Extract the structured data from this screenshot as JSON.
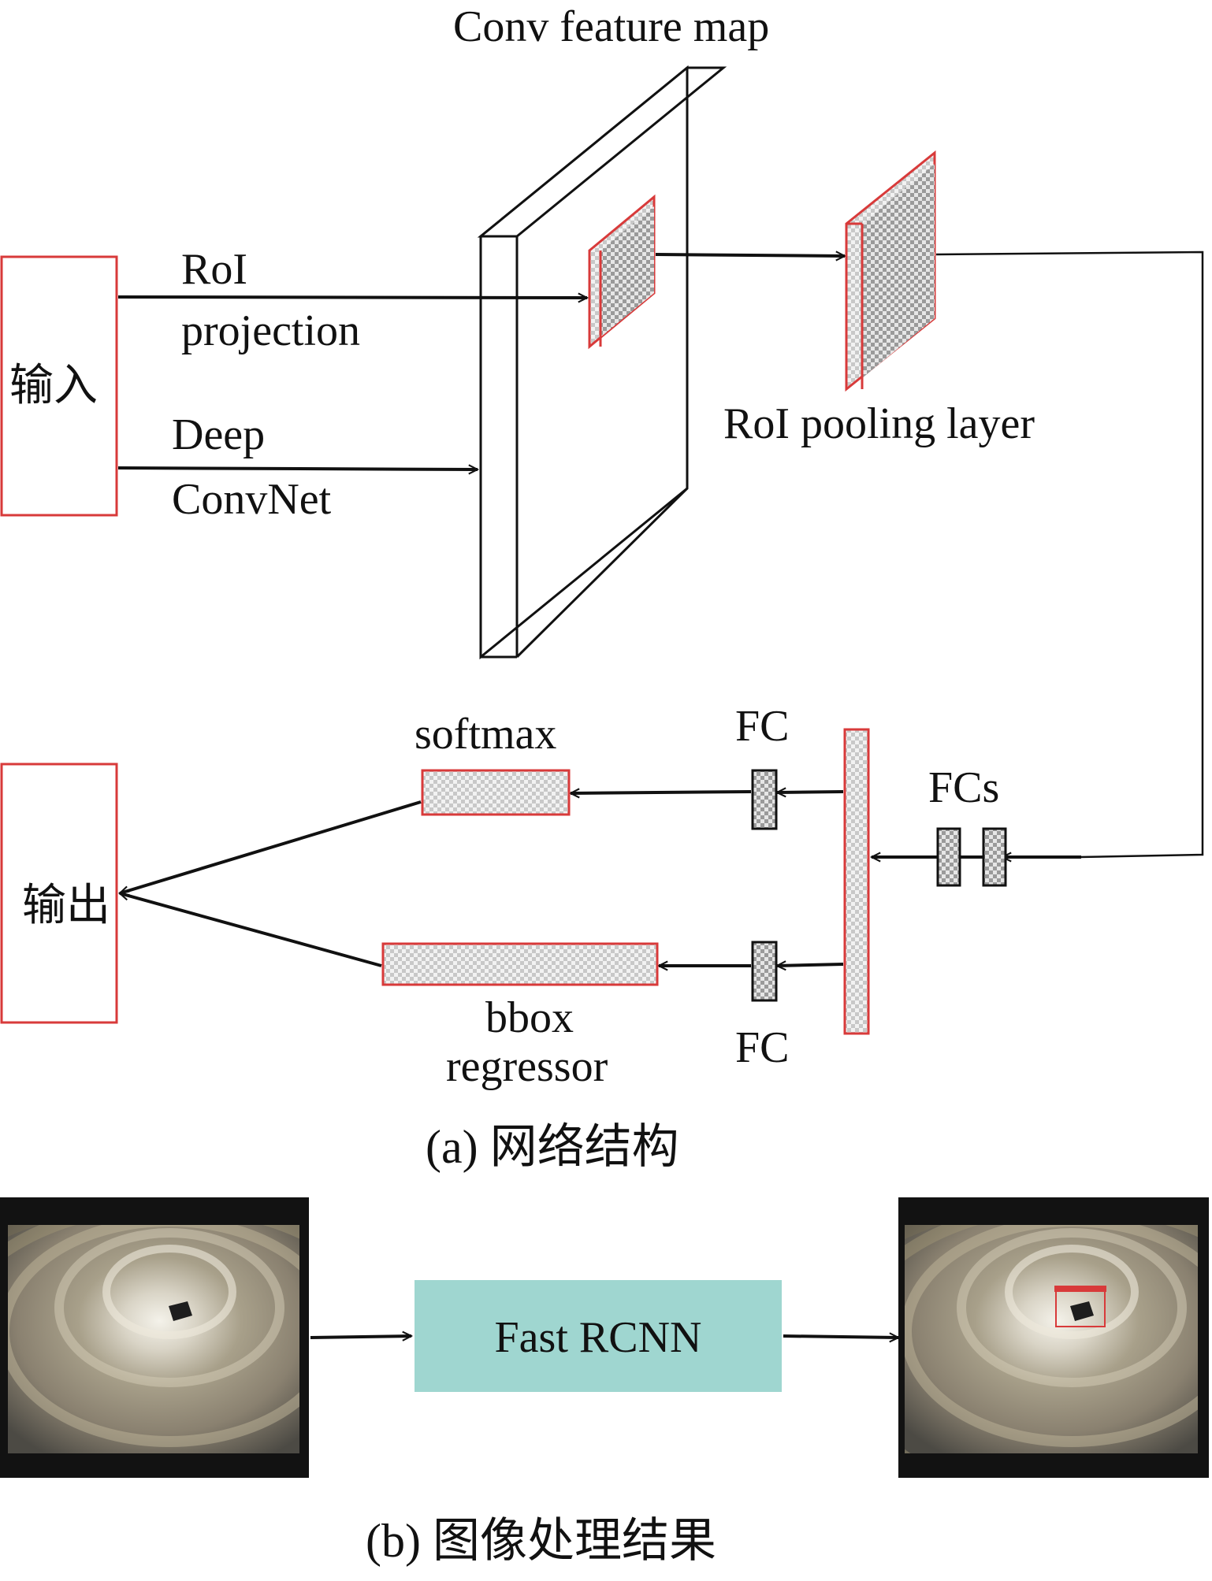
{
  "diagram": {
    "input_label": "输入",
    "output_label": "输出",
    "conv_feature_map": "Conv feature map",
    "roi_projection": [
      "RoI",
      "projection"
    ],
    "deep_convnet": [
      "Deep",
      "ConvNet"
    ],
    "roi_pooling_layer": "RoI pooling layer",
    "fcs": "FCs",
    "fc_top": "FC",
    "fc_bottom": "FC",
    "softmax": "softmax",
    "bbox_regressor": [
      "bbox",
      "regressor"
    ],
    "caption_a": "(a)  网络结构"
  },
  "pipeline": {
    "process_label": "Fast RCNN",
    "process_color": "#9fd6d0",
    "caption_b": "(b)  图像处理结果"
  },
  "colors": {
    "accent_red": "#d83a3a",
    "stroke": "#111111"
  }
}
